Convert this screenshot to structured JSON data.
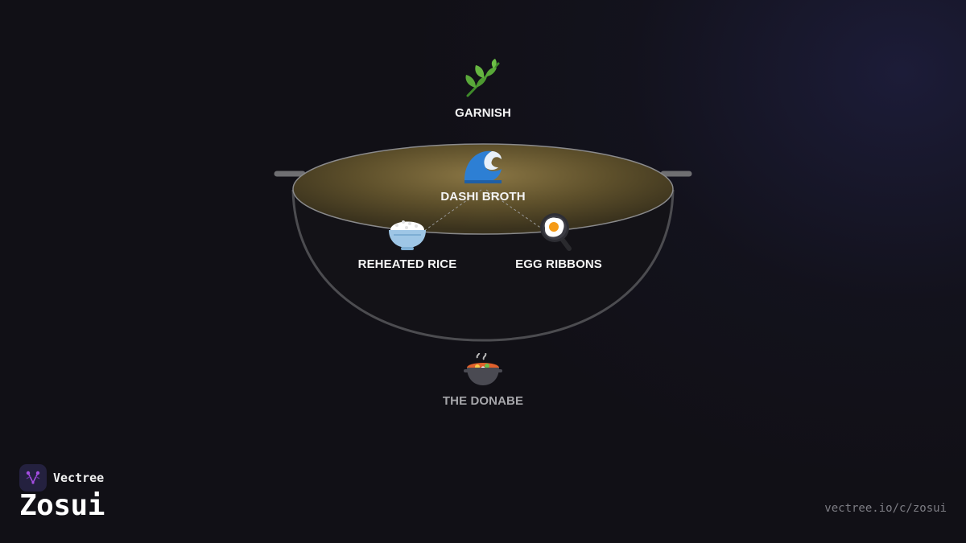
{
  "diagram": {
    "nodes": [
      {
        "id": "garnish",
        "label": "GARNISH",
        "icon": "herb-icon"
      },
      {
        "id": "dashi",
        "label": "DASHI BROTH",
        "icon": "water-wave-icon"
      },
      {
        "id": "rice",
        "label": "REHEATED RICE",
        "icon": "rice-bowl-icon"
      },
      {
        "id": "egg",
        "label": "EGG RIBBONS",
        "icon": "frying-egg-icon"
      },
      {
        "id": "donabe",
        "label": "THE DONABE",
        "icon": "pot-of-food-icon"
      }
    ],
    "edges": [
      {
        "from": "dashi",
        "to": "rice",
        "style": "dashed"
      },
      {
        "from": "dashi",
        "to": "egg",
        "style": "dashed"
      }
    ],
    "colors": {
      "background": "#111016",
      "broth": "#6b5a30",
      "pot_outline": "#4a4a4e",
      "label": "#f4f4f4",
      "label_muted": "#a6a6aa"
    }
  },
  "brand": {
    "name": "Vectree",
    "product": "Zosui",
    "url": "vectree.io/c/zosui",
    "logo_color": "#8a3fd0"
  }
}
